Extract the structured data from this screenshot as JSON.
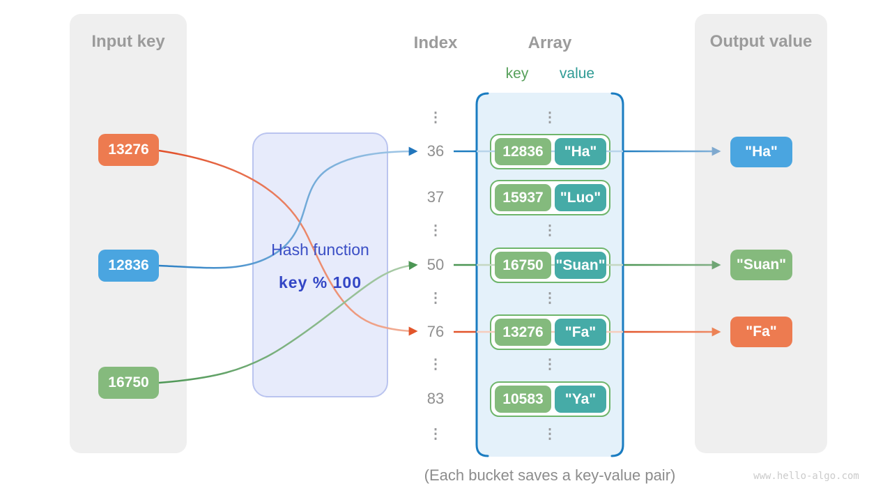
{
  "input_panel": {
    "title": "Input key",
    "keys": [
      "13276",
      "12836",
      "16750"
    ]
  },
  "hash_box": {
    "title": "Hash function",
    "formula": "key % 100"
  },
  "index_column": {
    "title": "Index",
    "rows": [
      "⋮",
      "36",
      "37",
      "⋮",
      "50",
      "⋮",
      "76",
      "⋮",
      "83",
      "⋮"
    ]
  },
  "array_panel": {
    "title": "Array",
    "key_label": "key",
    "value_label": "value",
    "ellipsis": "⋮",
    "buckets": [
      {
        "key": "12836",
        "value": "\"Ha\""
      },
      {
        "key": "15937",
        "value": "\"Luo\""
      },
      {
        "key": "16750",
        "value": "\"Suan\""
      },
      {
        "key": "13276",
        "value": "\"Fa\""
      },
      {
        "key": "10583",
        "value": "\"Ya\""
      }
    ]
  },
  "output_panel": {
    "title": "Output value",
    "values": [
      "\"Ha\"",
      "\"Suan\"",
      "\"Fa\""
    ]
  },
  "caption": "(Each bucket saves a key-value pair)",
  "watermark": "www.hello-algo.com",
  "colors": {
    "orange_box": "#ED7B50",
    "blue_box": "#4AA5E0",
    "green_box": "#85BA7D",
    "teal_pill": "#46ABA7",
    "bucket_border": "#6EB56B",
    "array_bracket_blue": "#1A7CC1",
    "line_blue": "#1F7DC0",
    "line_green": "#4C9654",
    "line_orange": "#E2552B",
    "hash_text_blue": "#3346C5",
    "panel_gray": "#EFEFEF"
  }
}
